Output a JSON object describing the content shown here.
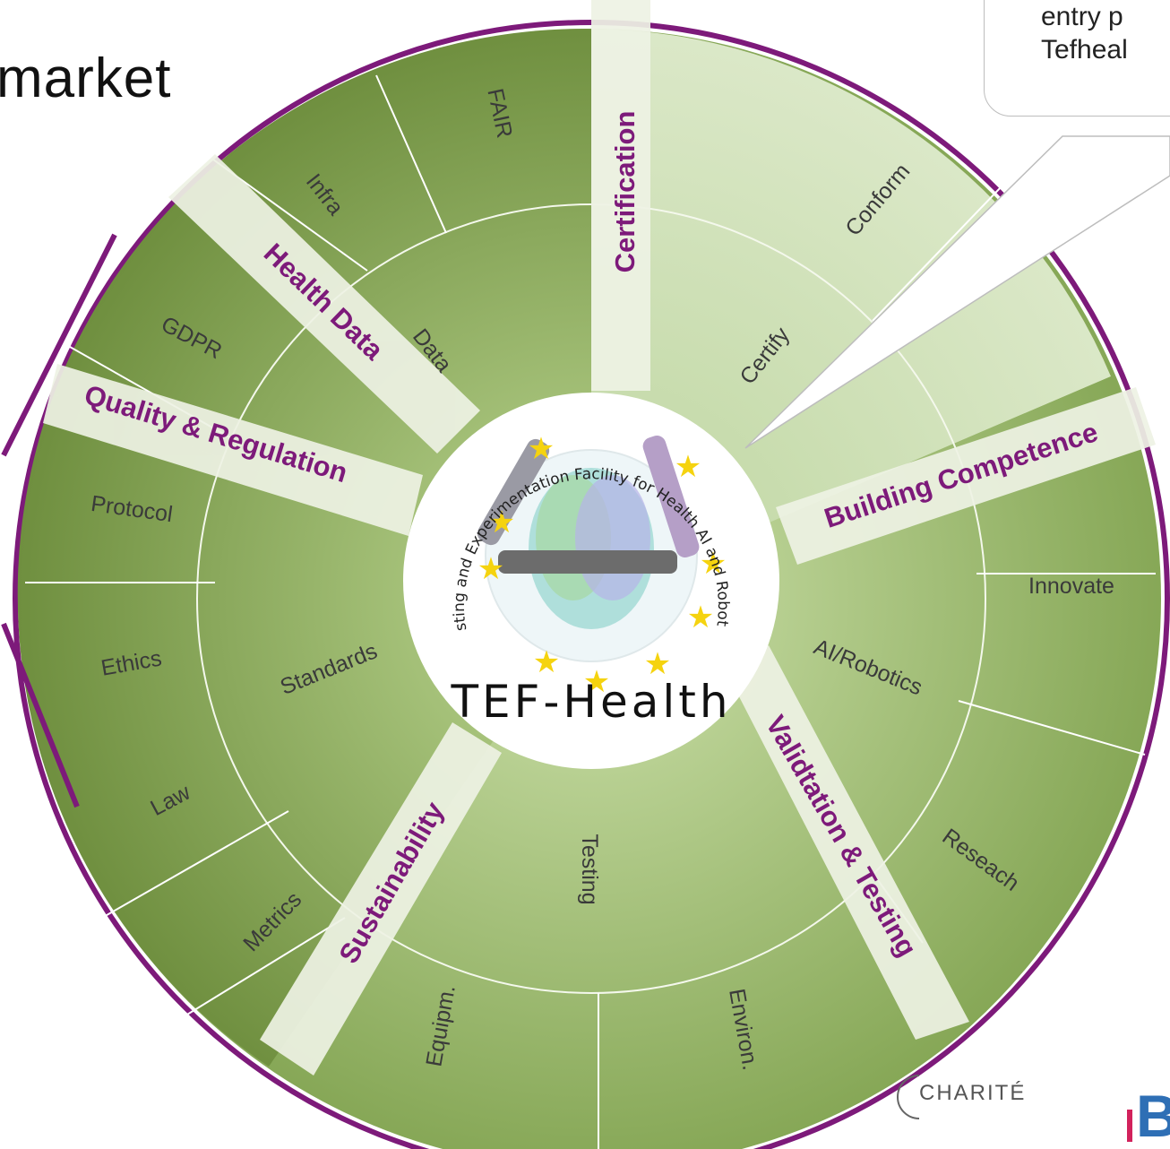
{
  "slide": {
    "title_fragment": "market",
    "callout_lines": [
      "entry p",
      "Tefheal"
    ]
  },
  "center": {
    "arc_text": "Testing and Experimentation Facility for Health AI and Robotics",
    "logo_text": "TEF-Health"
  },
  "themes": [
    {
      "key": "certification",
      "label": "Certification"
    },
    {
      "key": "building",
      "label": "Building Competence"
    },
    {
      "key": "validation",
      "label": "Validtation & Testing"
    },
    {
      "key": "sustainability",
      "label": "Sustainability"
    },
    {
      "key": "quality",
      "label": "Quality & Regulation"
    },
    {
      "key": "healthdata",
      "label": "Health Data"
    }
  ],
  "middle_ring": [
    {
      "key": "certify",
      "label": "Certify"
    },
    {
      "key": "airobotics",
      "label": "AI/Robotics"
    },
    {
      "key": "testing",
      "label": "Testing"
    },
    {
      "key": "standards",
      "label": "Standards"
    },
    {
      "key": "data",
      "label": "Data"
    }
  ],
  "outer_ring": [
    {
      "key": "conform",
      "label": "Conform"
    },
    {
      "key": "innovate",
      "label": "Innovate"
    },
    {
      "key": "reseach",
      "label": "Reseach"
    },
    {
      "key": "environ",
      "label": "Environ."
    },
    {
      "key": "equipm",
      "label": "Equipm."
    },
    {
      "key": "metrics",
      "label": "Metrics"
    },
    {
      "key": "law",
      "label": "Law"
    },
    {
      "key": "ethics",
      "label": "Ethics"
    },
    {
      "key": "protocol",
      "label": "Protocol"
    },
    {
      "key": "gdpr",
      "label": "GDPR"
    },
    {
      "key": "infra",
      "label": "Infra"
    },
    {
      "key": "fair",
      "label": "FAIR"
    }
  ],
  "logos": {
    "charite": "CHARITÉ",
    "brand_letter": "B"
  },
  "colors": {
    "ring_border": "#7d1a7a",
    "wheel_green": "#8fae5c",
    "label_purple": "#7d1a7a",
    "band_fill": "#eef2e4",
    "light_sector": "#d7e6c3"
  }
}
